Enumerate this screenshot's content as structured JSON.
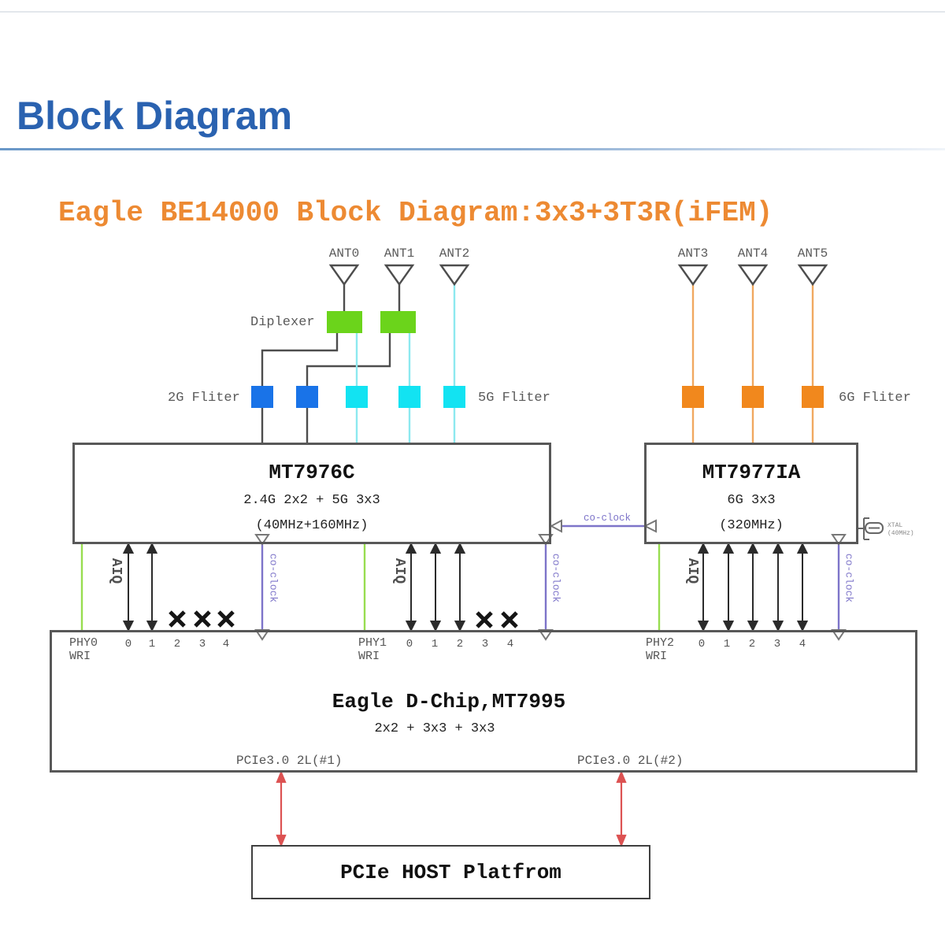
{
  "header": {
    "title": "Block Diagram"
  },
  "diagram": {
    "title": "Eagle BE14000 Block Diagram:3x3+3T3R(iFEM)",
    "antennas": [
      "ANT0",
      "ANT1",
      "ANT2",
      "ANT3",
      "ANT4",
      "ANT5"
    ],
    "labels": {
      "diplexer": "Diplexer",
      "filter_2g": "2G Fliter",
      "filter_5g": "5G Fliter",
      "filter_6g": "6G Fliter"
    },
    "chips": {
      "mt7976c": {
        "name": "MT7976C",
        "spec": "2.4G 2x2 + 5G 3x3",
        "band": "(40MHz+160MHz)"
      },
      "mt7977ia": {
        "name": "MT7977IA",
        "spec": "6G 3x3",
        "band": "(320MHz)",
        "xtal": {
          "label": "XTAL",
          "freq": "(40MHz)"
        }
      },
      "dchip": {
        "name": "Eagle D-Chip,MT7995",
        "spec": "2x2 + 3x3 + 3x3",
        "pcie1": "PCIe3.0 2L(#1)",
        "pcie2": "PCIe3.0 2L(#2)"
      },
      "host": {
        "name": "PCIe HOST Platfrom"
      }
    },
    "signals": {
      "aiq": "AIQ",
      "co_clock": "co-clock"
    },
    "phy_groups": [
      {
        "phy": "PHY0",
        "iface": "WRI",
        "ports": [
          "0",
          "1",
          "2",
          "3",
          "4"
        ],
        "connected": [
          true,
          true,
          false,
          false,
          false
        ]
      },
      {
        "phy": "PHY1",
        "iface": "WRI",
        "ports": [
          "0",
          "1",
          "2",
          "3",
          "4"
        ],
        "connected": [
          true,
          true,
          true,
          false,
          false
        ]
      },
      {
        "phy": "PHY2",
        "iface": "WRI",
        "ports": [
          "0",
          "1",
          "2",
          "3",
          "4"
        ],
        "connected": [
          true,
          true,
          true,
          true,
          true
        ]
      }
    ],
    "colors": {
      "title_blue": "#2a62b0",
      "subtitle_orange": "#ed8a33",
      "diplexer_green": "#6bd41b",
      "filter_2g_blue": "#1973e8",
      "filter_5g_cyan": "#12e3f2",
      "filter_6g_orange": "#f1881d",
      "line_cyan": "#8ce9ef",
      "line_orange": "#f0a860",
      "aiq_green": "#98dd50",
      "co_clock_purple": "#7d74c9",
      "pcie_red": "#dc5252",
      "wire_gray": "#4d4d4d"
    }
  }
}
